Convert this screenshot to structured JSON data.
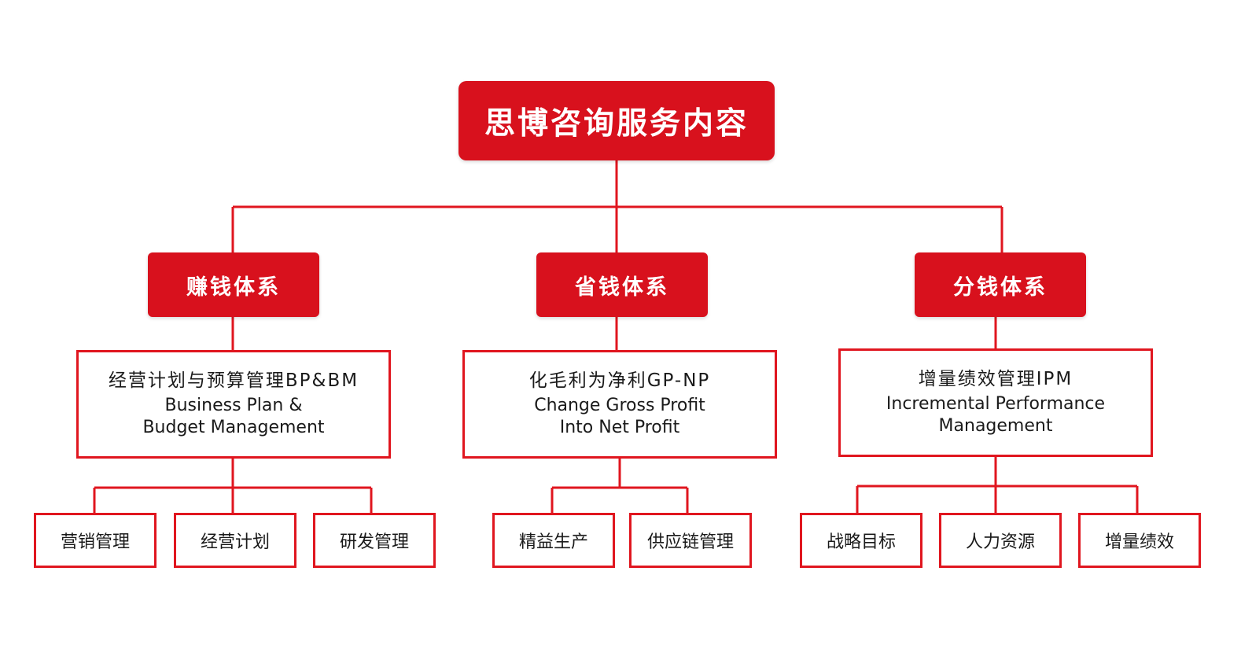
{
  "root": {
    "label": "思博咨询服务内容"
  },
  "branches": [
    {
      "title": "赚钱体系",
      "desc_zh": "经营计划与预算管理BP&BM",
      "desc_en1": "Business Plan &",
      "desc_en2": "Budget Management",
      "leaves": [
        "营销管理",
        "经营计划",
        "研发管理"
      ]
    },
    {
      "title": "省钱体系",
      "desc_zh": "化毛利为净利GP-NP",
      "desc_en1": "Change Gross Profit",
      "desc_en2": "Into Net Profit",
      "leaves": [
        "精益生产",
        "供应链管理"
      ]
    },
    {
      "title": "分钱体系",
      "desc_zh": "增量绩效管理IPM",
      "desc_en1": "Incremental Performance",
      "desc_en2": "Management",
      "leaves": [
        "战略目标",
        "人力资源",
        "增量绩效"
      ]
    }
  ],
  "colors": {
    "primary_red": "#d8111d",
    "line_red": "#e0161f",
    "text": "#1a1a1a",
    "background": "#ffffff"
  }
}
